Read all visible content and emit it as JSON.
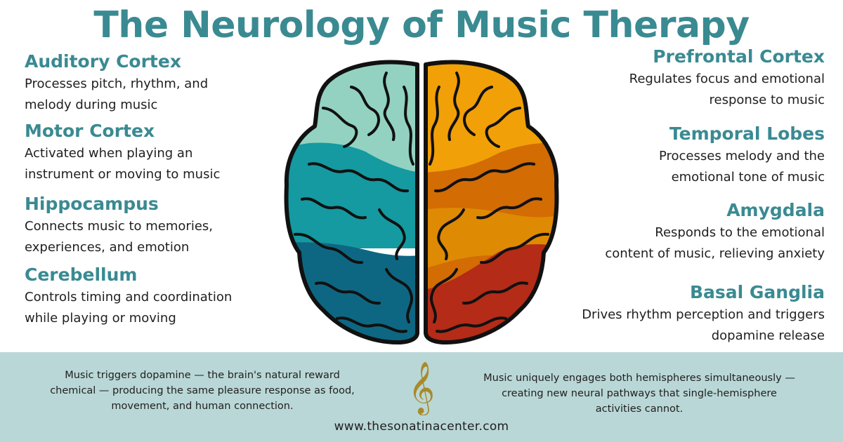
{
  "title": "The Neurology of Music Therapy",
  "left_regions": [
    {
      "name": "Auditory Cortex",
      "desc1": "Processes pitch, rhythm, and",
      "desc2": "melody during music"
    },
    {
      "name": "Motor Cortex",
      "desc1": "Activated when playing an",
      "desc2": "instrument or moving to music"
    },
    {
      "name": "Hippocampus",
      "desc1": "Connects music to memories,",
      "desc2": "experiences, and emotion"
    },
    {
      "name": "Cerebellum",
      "desc1": "Controls timing and coordination",
      "desc2": "while playing or moving"
    }
  ],
  "right_regions": [
    {
      "name": "Prefrontal Cortex",
      "desc1": "Regulates focus and emotional",
      "desc2": "response to music"
    },
    {
      "name": "Temporal Lobes",
      "desc1": "Processes melody and the",
      "desc2": "emotional tone of music"
    },
    {
      "name": "Amygdala",
      "desc1": "Responds to the emotional",
      "desc2": "content of music, relieving anxiety"
    },
    {
      "name": "Basal Ganglia",
      "desc1": "Drives rhythm perception and triggers",
      "desc2": "dopamine release"
    }
  ],
  "brain_colors": {
    "left_top": "#93d2c0",
    "left_mid": "#149aa0",
    "left_bottom": "#0e6782",
    "right_top": "#f2a007",
    "right_mid": "#d26c03",
    "right_lower": "#df8a03",
    "right_bottom": "#b42b17",
    "outline": "#111111"
  },
  "footer": {
    "fact_left": {
      "line1": "Music triggers dopamine — the brain's natural reward",
      "line2": "chemical — producing the same pleasure response as food,",
      "line3": "movement, and human connection."
    },
    "fact_right": {
      "line1": "Music uniquely engages both hemispheres simultaneously —",
      "line2": "creating new neural pathways that single-hemisphere",
      "line3": "activities cannot."
    },
    "icon": "treble-clef-icon",
    "website": "www.thesonatinacenter.com"
  },
  "colors": {
    "accent": "#3a8a92",
    "footer_bg": "#b9d7d6",
    "clef": "#a88a2a"
  }
}
